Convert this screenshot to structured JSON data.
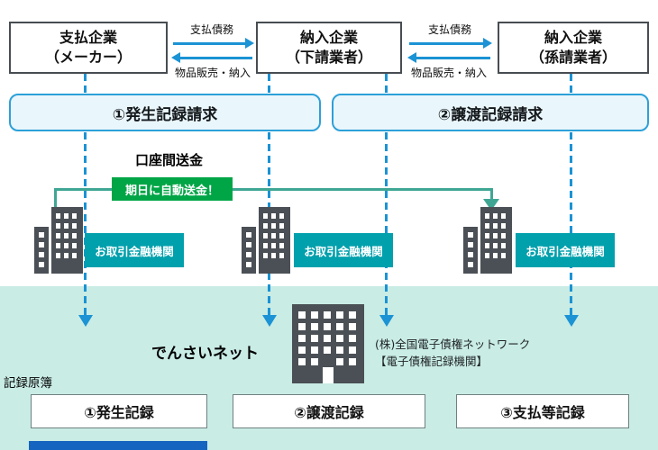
{
  "colors": {
    "arrow_blue": "#1b93d4",
    "request_fill": "#e9f6fc",
    "request_border": "#2da0d8",
    "bank_teal": "#00a0ac",
    "badge_green": "#00a546",
    "transfer_line_green": "#3fa694",
    "mint_background": "#c9ece5",
    "building_gray": "#4a5055",
    "clipped_bar_blue": "#1565c0"
  },
  "companies": [
    {
      "name": "支払企業",
      "sub": "（メーカー）"
    },
    {
      "name": "納入企業",
      "sub": "（下請業者）"
    },
    {
      "name": "納入企業",
      "sub": "（孫請業者）"
    }
  ],
  "relations": {
    "debt": "支払債務",
    "goods": "物品販売・納入"
  },
  "requests": [
    {
      "label": "①発生記録請求"
    },
    {
      "label": "②譲渡記録請求"
    }
  ],
  "transfer": {
    "title": "口座間送金",
    "badge": "期日に自動送金！"
  },
  "bank": {
    "label": "お取引金融機関"
  },
  "densai": {
    "name": "でんさいネット",
    "org_line1": "(株)全国電子債権ネットワーク",
    "org_line2": "【電子債権記録機関】"
  },
  "ledger": {
    "title": "記録原簿",
    "records": [
      {
        "label": "①発生記録"
      },
      {
        "label": "②譲渡記録"
      },
      {
        "label": "③支払等記録"
      }
    ]
  }
}
